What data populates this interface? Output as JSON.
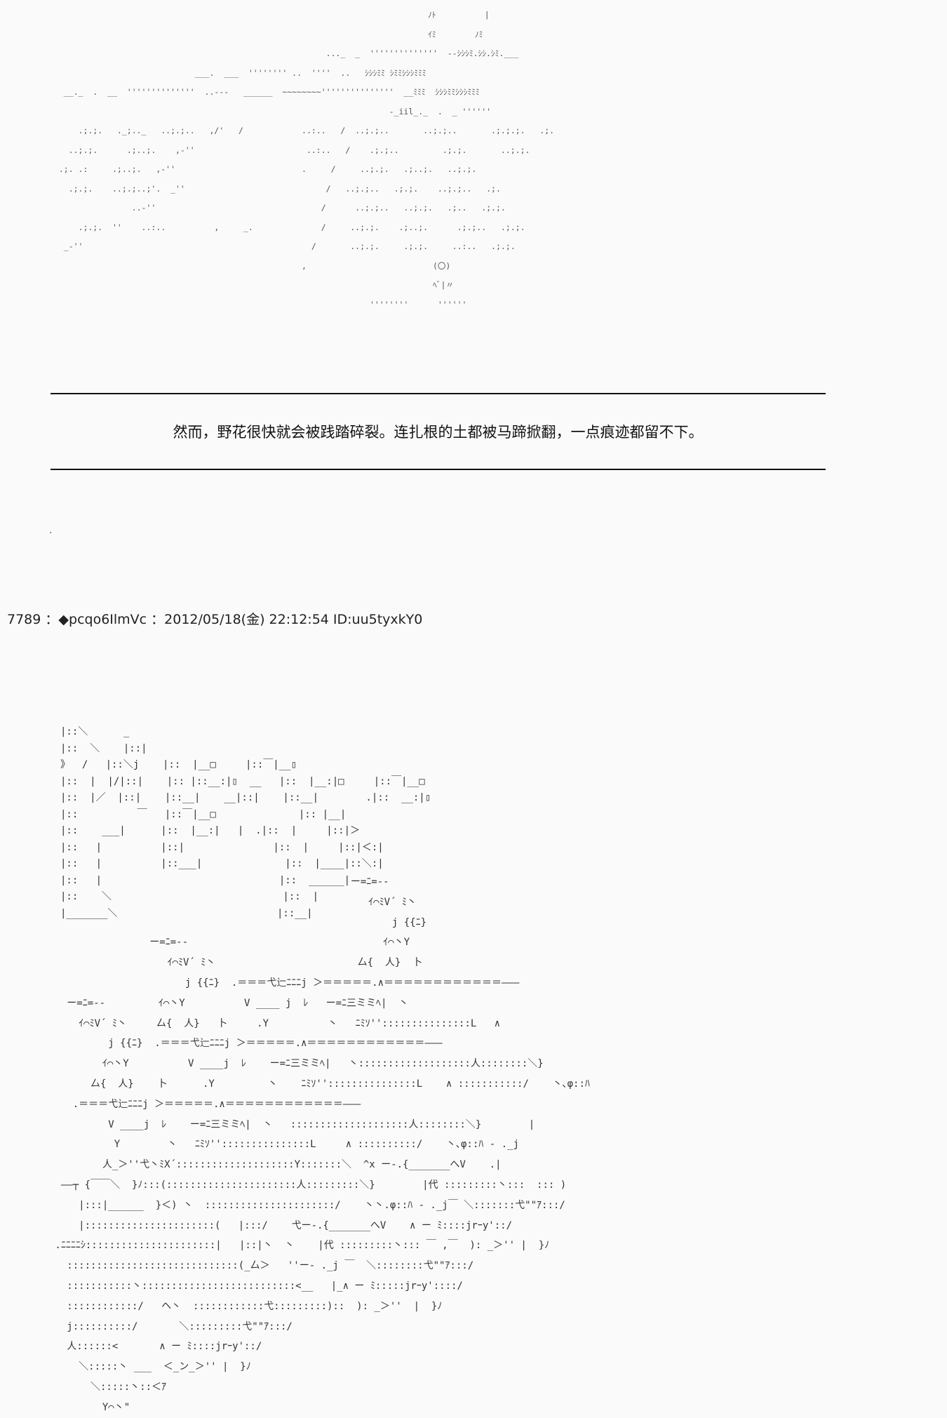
{
  "scene_art": "                                                                              ﾉﾄ          |\n                                                                              ｲﾐ        ﾉﾐ\n                                                         ..._  _  ''''''''''''''  --ｼｼｼﾐ.ｼｼ.ｼﾐ.___\n                              ___.  ___  '''''''' ..  ''''  ..   ｼｼｼﾐﾐ ｼﾐﾐｼｼｼﾐﾐﾐ\n   __._  .  __  ''''''''''''''  ..---   ______  ~~~~~~~~'''''''''''''''  __ﾐﾐﾐ  ｼｼｼﾐﾐｼｼｼﾐﾐﾐ\n                                                                      -_iil_._  .  _ ''''''\n      .;.;.   ._;.._   ..;.;..   ,/'   /            ..:..   /  ..;.;..       ..;.;..       .;.;.;.   .;.\n    ..;.;.      .;..;.    ,-''                       ..:..   /    .;.;..         .;.;.       ..;.;.\n  .;. .:     .;..;.   ,-''                          .     /     ..;.;.   .;..;.   ..;.;.\n    .;.;.    ..;.;..;'.  _''                             /   ..;.;..   .;.;.    ..;.;..   .;.\n                 ..-''                                  /      ..;.;..   ..;.;.   .;..   .;.;.\n      .;.;.  ''    ..:..          ,     _.              /     ..;.;.    .;..;.      .;.;..   .;.;.\n   _-''                                               /       ..;.;.     .;.;.     ..:..   .;.;.\n                                                    ,                          (〇)\n                                                                               ﾍﾞ|〃\n                                                                  ''''''''      ''''''",
  "caption": "然而，野花很快就会被践踏碎裂。连扎根的土都被马蹄掀翻，一点痕迹都留不下。",
  "lone_dot": ".",
  "post_header": "7789 ：◆pcqo6IlmVc ：2012/05/18(金) 22:12:54 ID:uu5tyxkY0",
  "title_art": "|::＼      _\n|::  ＼    |::|\n》  /   |::＼j    |::  |__□     |::￣|__▯\n|::  |  |/|::|    |:: |::__:|▯  __   |::  |__:|□     |::￣|__□\n|::  |／  |::|    |::__|    __|::|    |::__|        .|::  __:|▯\n|::          ￣   |::￣|__□              |:: |__|\n|::    ___|      |::  |__:|   |  .|::  |     |::|＞\n|::   |          |::|               |::  |     |::|＜:|\n|::   |          |::___|              |::  |____|::＼:|\n|::   |                              |::  ______|\n|::    ＼                             |::  |\n|_______＼                           |::__|",
  "battle_art": "                                                   ー=ﾆ=‐-\n                                                      ｲ⌒ﾐV´ ﾐ丶\n                                                          j {{ﾆ}\n                 ー=ﾆ=‐-                                 ｲ⌒丶Y\n                    ｲ⌒ﾐV´ ﾐ丶                        厶{  人}  卜\n                       j {{ﾆ}  .＝＝＝弋辷ﾆﾆﾆj ＞＝＝＝＝＝.∧＝＝＝＝＝＝＝＝＝＝＝＝———\n   ー=ﾆ=‐-         ｲ⌒丶Y          V ____ j  ﾚ   ー=ﾆ三ミミﾍ|  丶\n     ｲ⌒ﾐV´ ﾐ丶     厶{  人}   卜     .Y          丶   ﾆﾐｿ'':::::::::::::::L   ∧\n          j {{ﾆ}  .＝＝＝弋辷ﾆﾆﾆj ＞＝＝＝＝＝.∧＝＝＝＝＝＝＝＝＝＝＝＝———\n         ｲ⌒丶Y          V ____j  ﾚ    ー=ﾆ三ミミﾍ|   丶:::::::::::::::::::人::::::::＼}\n       厶{  人}    卜      .Y         丶    ﾆﾐｿ'':::::::::::::::L    ∧ :::::::::::/    丶､φ::ﾊ\n    .＝＝＝弋辷ﾆﾆﾆj ＞＝＝＝＝＝.∧＝＝＝＝＝＝＝＝＝＝＝＝———\n          V ____j  ﾚ    ー=ﾆ三ミミﾍ|  丶   ::::::::::::::::::::人::::::::＼}        |\n           Y        丶   ﾆﾐｿ'':::::::::::::::L     ∧ ::::::::::/    丶､φ::ﾊ - ._j\n         人_＞''弋丶ﾐX´::::::::::::::::::::Y:::::::＼  ^x ー-.{_______へV    .|\n  ——┬ {￣￣＼  }ﾉ:::(::::::::::::::::::::::人:::::::::＼}        |代 :::::::::丶:::  ::: )\n     |:::|______  }＜) 丶  ::::::::::::::::::::::/    丶丶.φ::ﾊ - ._j￣ ＼:::::::弋\"\"ｱ:::/\n     |::::::::::::::::::::::(   |:::/    弋ー-.{_______へV    ∧ ー ﾐ::::jrｰy'::/\n .ﾆﾆﾆﾆｼ::::::::::::::::::::::|   |::|丶  丶    |代 :::::::::丶::: ￣ ,￣  ): _＞'' |  }ﾉ\n   :::::::::::::::::::::::::::::(_厶＞   ''ー- ._j ￣  ＼::::::::弋\"\"ｱ:::/\n   :::::::::::丶::::::::::::::::::::::::::<__   |_∧ ー ﾐ:::::jrｰy'::::/\n   ::::::::::::/   ヘ丶  ::::::::::::弋:::::::::)::  ): _＞''  |  }ﾉ\n   j::::::::::/       ＼:::::::::弋\"\"ｱ:::/\n   人::::::<       ∧ ー ﾐ::::jrｰy'::/\n     ＼:::::丶 ___  ＜_ン_＞'' |  }ﾉ\n       ＼:::::丶::＜ｱ\n         Y⌒丶\""
}
